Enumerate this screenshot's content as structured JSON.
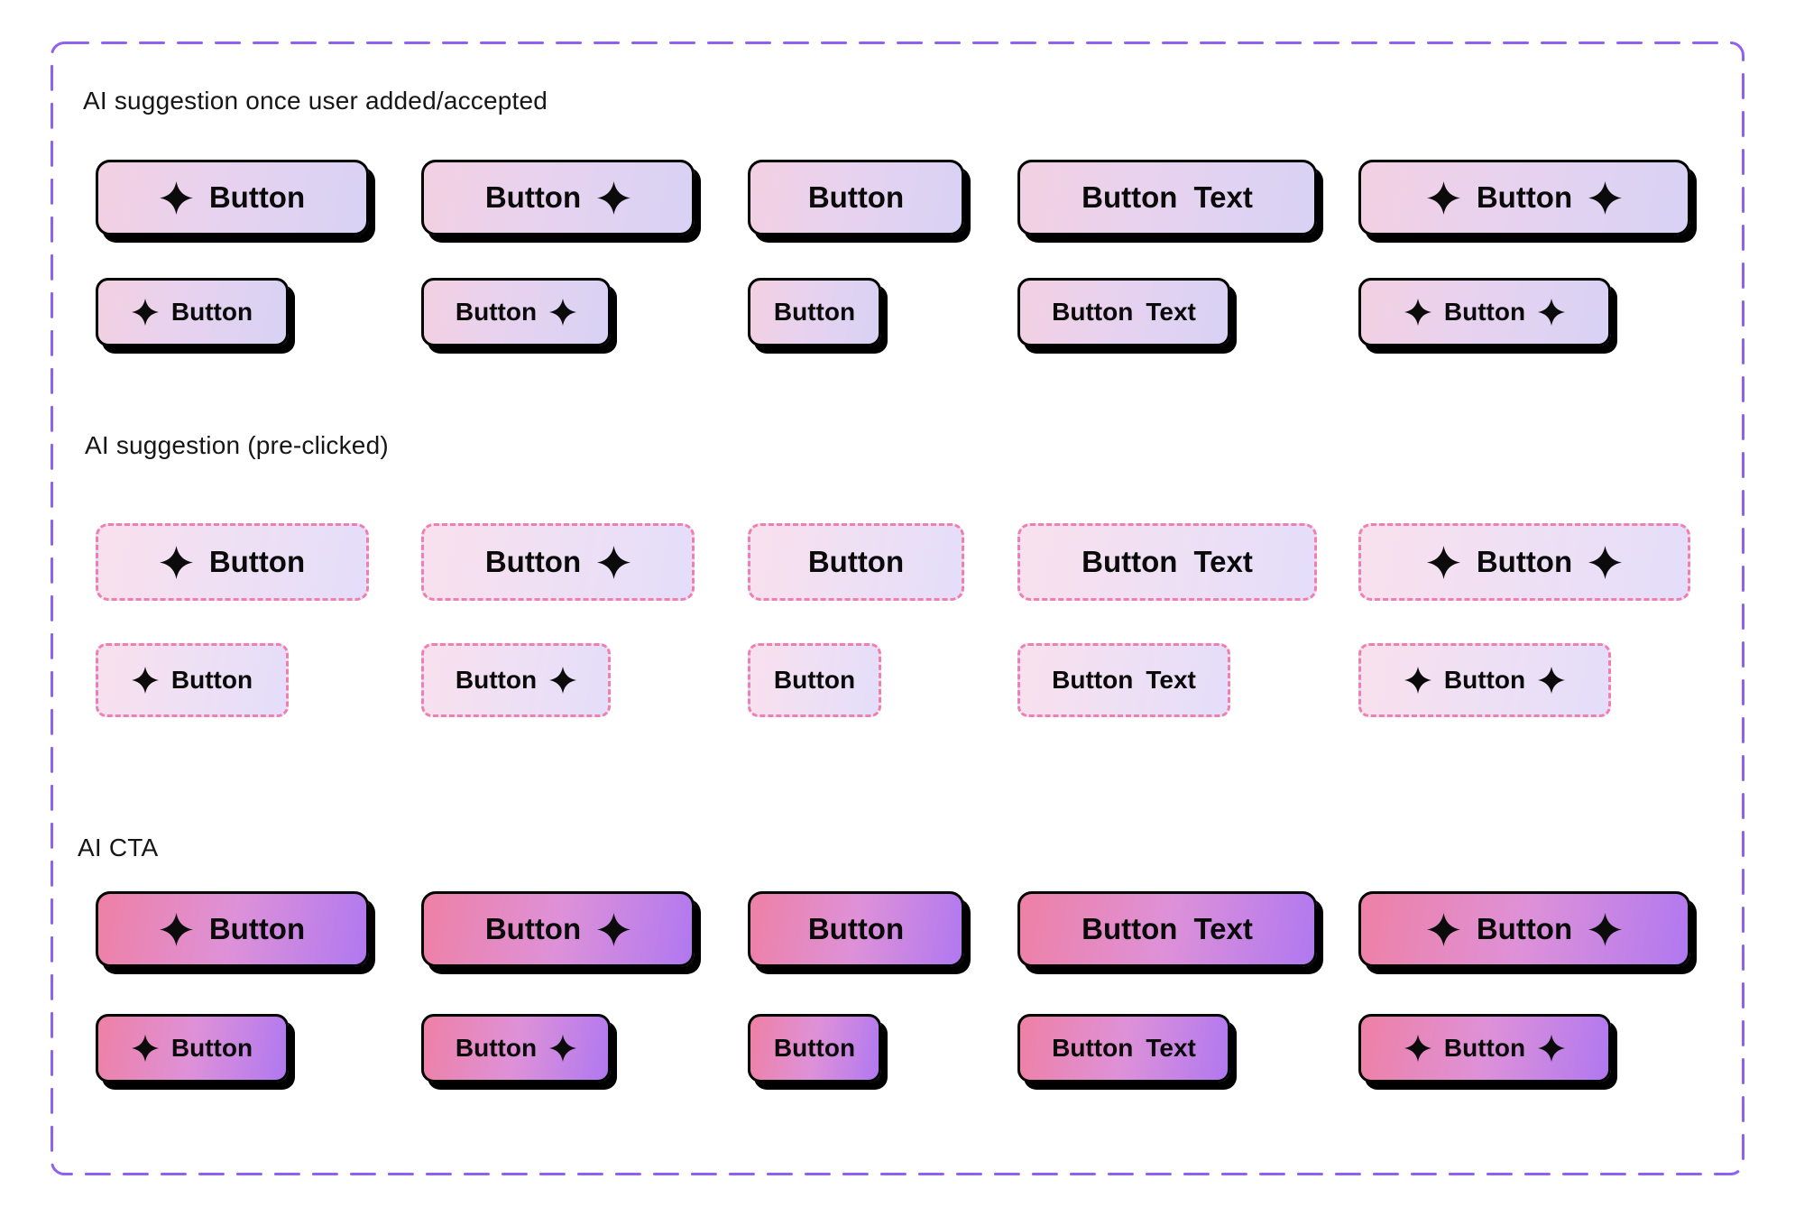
{
  "theme": {
    "page_bg": "#ffffff",
    "frame_border": "#9061f0",
    "button_border": "#000000",
    "button_shadow": "#000000",
    "label_color": "#0a0a0a",
    "preclick_border": "#ee7fae",
    "accepted_grad_start": "#f3d0e2",
    "accepted_grad_mid": "#e7d2ef",
    "accepted_grad_end": "#d8d2f4",
    "preclick_grad_start": "#f9e1ee",
    "preclick_grad_end": "#e4defa",
    "cta_grad_start": "#ee80a5",
    "cta_grad_mid": "#de91d8",
    "cta_grad_end": "#b078f0"
  },
  "sections": [
    {
      "id": "accepted",
      "title": "AI suggestion once user added/accepted",
      "rows": [
        {
          "size": "large",
          "buttons": [
            {
              "variant": "icon-leading",
              "icon": "sparkle",
              "label": "Button"
            },
            {
              "variant": "icon-trailing",
              "icon": "sparkle",
              "label": "Button"
            },
            {
              "variant": "label-only",
              "label": "Button"
            },
            {
              "variant": "two-labels",
              "label": "Button",
              "label2": "Text"
            },
            {
              "variant": "icon-both",
              "icon": "sparkle",
              "label": "Button"
            }
          ]
        },
        {
          "size": "small",
          "buttons": [
            {
              "variant": "icon-leading",
              "icon": "sparkle",
              "label": "Button"
            },
            {
              "variant": "icon-trailing",
              "icon": "sparkle",
              "label": "Button"
            },
            {
              "variant": "label-only",
              "label": "Button"
            },
            {
              "variant": "two-labels",
              "label": "Button",
              "label2": "Text"
            },
            {
              "variant": "icon-both",
              "icon": "sparkle",
              "label": "Button"
            }
          ]
        }
      ]
    },
    {
      "id": "pre-clicked",
      "title": "AI suggestion (pre-clicked)",
      "rows": [
        {
          "size": "large",
          "buttons": [
            {
              "variant": "icon-leading",
              "icon": "sparkle",
              "label": "Button"
            },
            {
              "variant": "icon-trailing",
              "icon": "sparkle",
              "label": "Button"
            },
            {
              "variant": "label-only",
              "label": "Button"
            },
            {
              "variant": "two-labels",
              "label": "Button",
              "label2": "Text"
            },
            {
              "variant": "icon-both",
              "icon": "sparkle",
              "label": "Button"
            }
          ]
        },
        {
          "size": "small",
          "buttons": [
            {
              "variant": "icon-leading",
              "icon": "sparkle",
              "label": "Button"
            },
            {
              "variant": "icon-trailing",
              "icon": "sparkle",
              "label": "Button"
            },
            {
              "variant": "label-only",
              "label": "Button"
            },
            {
              "variant": "two-labels",
              "label": "Button",
              "label2": "Text"
            },
            {
              "variant": "icon-both",
              "icon": "sparkle",
              "label": "Button"
            }
          ]
        }
      ]
    },
    {
      "id": "cta",
      "title": "AI CTA",
      "rows": [
        {
          "size": "large",
          "buttons": [
            {
              "variant": "icon-leading",
              "icon": "sparkle",
              "label": "Button"
            },
            {
              "variant": "icon-trailing",
              "icon": "sparkle",
              "label": "Button"
            },
            {
              "variant": "label-only",
              "label": "Button"
            },
            {
              "variant": "two-labels",
              "label": "Button",
              "label2": "Text"
            },
            {
              "variant": "icon-both",
              "icon": "sparkle",
              "label": "Button"
            }
          ]
        },
        {
          "size": "small",
          "buttons": [
            {
              "variant": "icon-leading",
              "icon": "sparkle",
              "label": "Button"
            },
            {
              "variant": "icon-trailing",
              "icon": "sparkle",
              "label": "Button"
            },
            {
              "variant": "label-only",
              "label": "Button"
            },
            {
              "variant": "two-labels",
              "label": "Button",
              "label2": "Text"
            },
            {
              "variant": "icon-both",
              "icon": "sparkle",
              "label": "Button"
            }
          ]
        }
      ]
    }
  ]
}
